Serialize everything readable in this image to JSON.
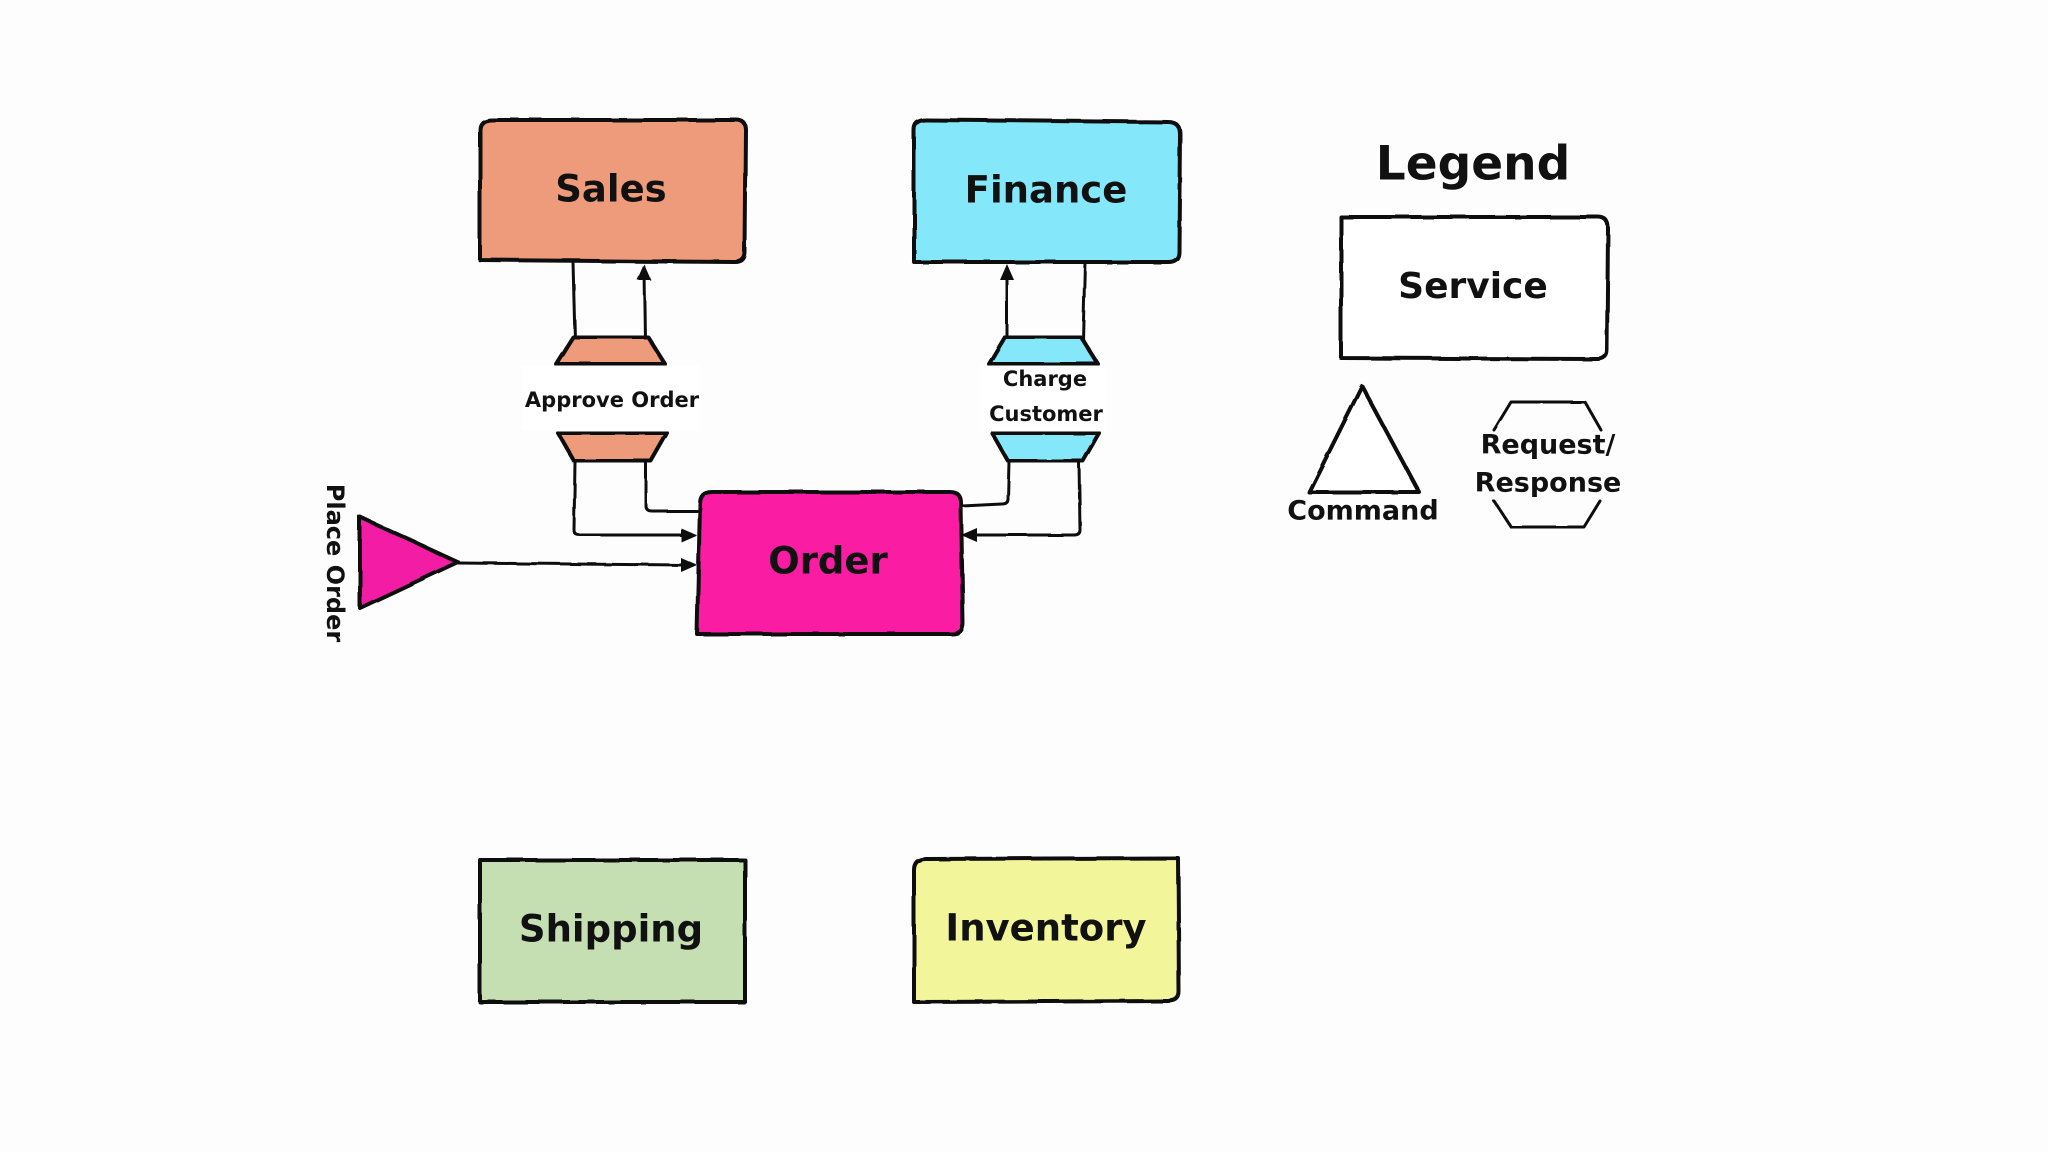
{
  "services": {
    "sales": {
      "label": "Sales",
      "color": "#EE9B7C"
    },
    "finance": {
      "label": "Finance",
      "color": "#84E8FA"
    },
    "order": {
      "label": "Order",
      "color": "#FA1AA2"
    },
    "shipping": {
      "label": "Shipping",
      "color": "#C6DFB2"
    },
    "inventory": {
      "label": "Inventory",
      "color": "#F2F59A"
    }
  },
  "commands": {
    "place_order": {
      "label": "Place Order",
      "color": "#F21AA5"
    }
  },
  "request_responses": {
    "approve_order": {
      "label": "Approve Order",
      "color": "#EE9B7C"
    },
    "charge_customer": {
      "line1": "Charge",
      "line2": "Customer",
      "color": "#84E8FA"
    }
  },
  "legend": {
    "title": "Legend",
    "service_label": "Service",
    "command_label": "Command",
    "request_response_line1": "Request/",
    "request_response_line2": "Response"
  }
}
